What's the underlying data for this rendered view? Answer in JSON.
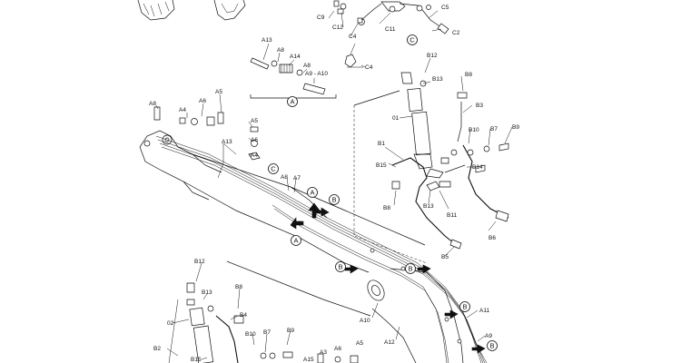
{
  "callouts": {
    "a13_top": "A13",
    "a8_top": "A8",
    "a14": "A14",
    "a8_top2": "A8",
    "a9_a10": "A9 - A10",
    "c9": "C9",
    "c12": "C12",
    "c4_a": "C4",
    "c4_b": "C4",
    "c11": "C11",
    "c5": "C5",
    "c2": "C2",
    "a8_left": "A8",
    "a4_left": "A4",
    "a6_left": "A6",
    "a5_left": "A5",
    "a5_mid": "A5",
    "a6_mid": "A6",
    "a4_mid": "A4",
    "a13_mid": "A13",
    "a8_mid": "A8",
    "a7_mid": "A7",
    "b12_top": "B12",
    "b13_top": "B13",
    "b8_top": "B8",
    "b3": "B3",
    "b10_top": "B10",
    "b7_top": "B7",
    "b9_top": "B9",
    "o1": "01",
    "b1": "B1",
    "b15_top": "B15",
    "b14": "B14",
    "b8_mid": "B8",
    "b13_mid": "B13",
    "b11": "B11",
    "b6": "B6",
    "b5": "B5",
    "a10": "A10",
    "a12": "A12",
    "a11": "A11",
    "a9": "A9",
    "b12_bot": "B12",
    "b13_bot": "B13",
    "o2": "02",
    "b8_bot": "B8",
    "b4": "B4",
    "b10_bot": "B10",
    "b7_bot": "B7",
    "b9_bot": "B9",
    "b2": "B2",
    "b15_bot": "B15",
    "a3_bot": "A3",
    "a6_bot": "A6",
    "a5_bot": "A5",
    "a15_bot": "A15"
  },
  "detail_markers": {
    "A": "A",
    "B": "B",
    "C": "C"
  }
}
